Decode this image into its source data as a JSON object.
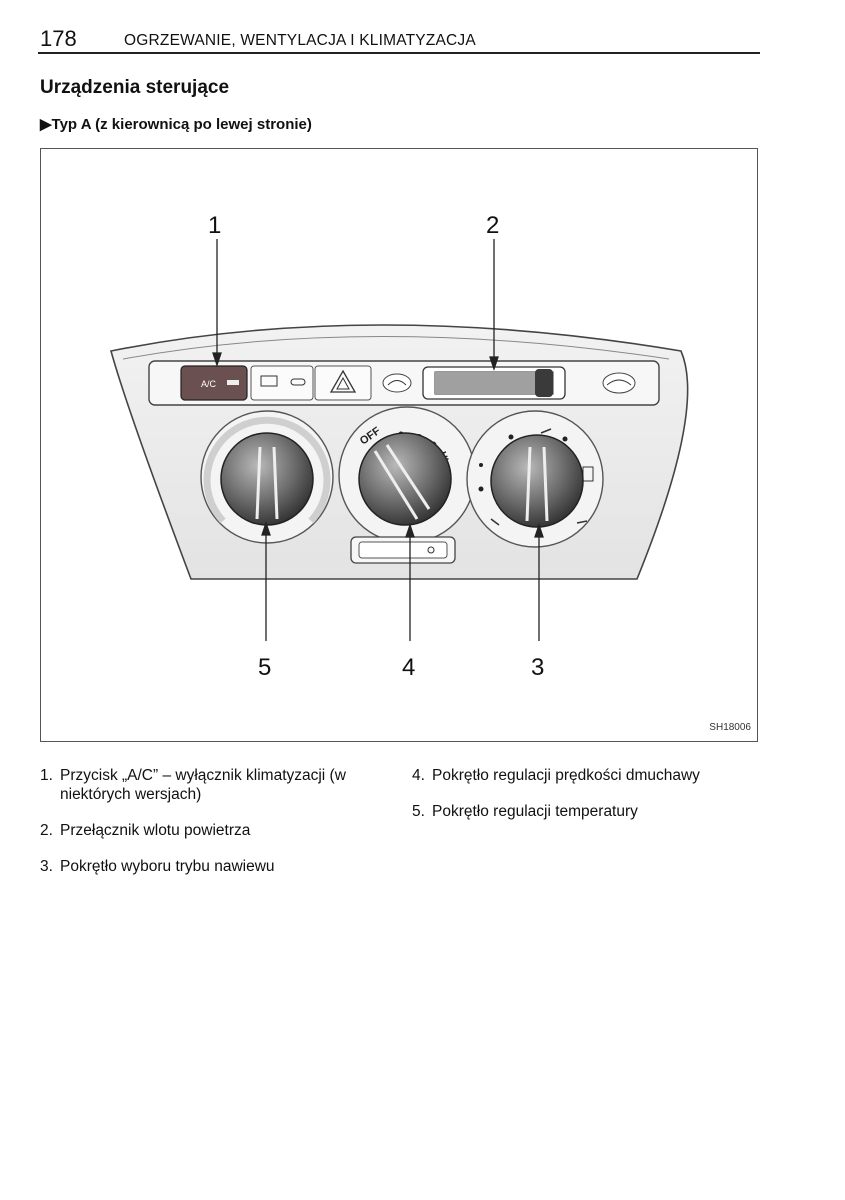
{
  "header": {
    "page_number": "178",
    "chapter": "OGRZEWANIE, WENTYLACJA I KLIMATYZACJA"
  },
  "section_title": "Urządzenia sterujące",
  "subtitle": "▶Typ A (z kierownicą po lewej stronie)",
  "figure": {
    "code": "SH18006",
    "callouts": [
      "1",
      "2",
      "3",
      "4",
      "5"
    ],
    "panel_labels": {
      "ac_button": "A/C",
      "fan_off": "OFF",
      "fan_high": "HI"
    }
  },
  "captions": {
    "left": [
      {
        "num": "1.",
        "text": "Przycisk „A/C” – wyłącznik klimatyzacji (w niektórych wersjach)"
      },
      {
        "num": "2.",
        "text": "Przełącznik wlotu powietrza"
      },
      {
        "num": "3.",
        "text": "Pokrętło wyboru trybu nawiewu"
      }
    ],
    "right": [
      {
        "num": "4.",
        "text": "Pokrętło regulacji prędkości dmuchawy"
      },
      {
        "num": "5.",
        "text": "Pokrętło regulacji temperatury"
      }
    ]
  }
}
